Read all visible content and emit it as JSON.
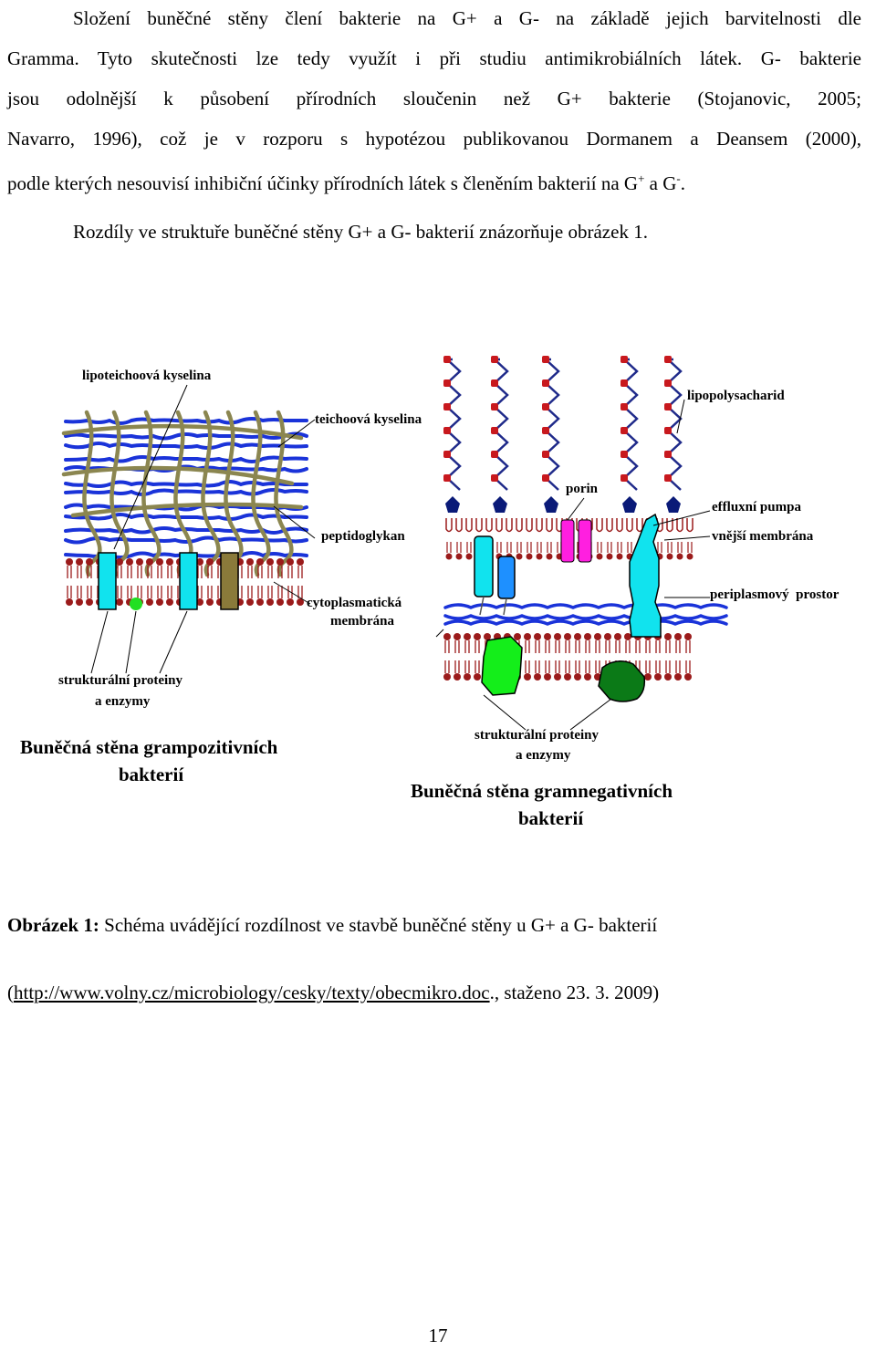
{
  "paragraph1": {
    "lines": [
      "Složení buněčné stěny člení bakterie na G+ a G- na základě jejich barvitelnosti dle",
      "Gramma. Tyto skutečnosti lze tedy využít i při studiu antimikrobiálních látek. G- bakterie",
      "jsou odolnější k působení přírodních sloučenin než G+ bakterie (Stojanovic, 2005;",
      "Navarro, 1996), což je v rozporu s hypotézou publikovanou Dormanem a Deansem (2000),"
    ],
    "last_line_text": "podle kterých nesouvisí inhibiční účinky přírodních látek s členěním bakterií na G",
    "sup_plus": "+",
    "and_text": " a G",
    "sup_minus": "-",
    "end_text": "."
  },
  "paragraph2": "Rozdíly ve struktuře buněčné stěny G+ a G- bakterií znázorňuje obrázek 1.",
  "figure": {
    "labels": {
      "lipoteichoic": "lipoteichoová kyselina",
      "teichoic": "teichoová kyselina",
      "peptidoglycan": "peptidoglykan",
      "cytoplasmic_1": "cytoplasmatická",
      "cytoplasmic_2": "membrána",
      "structural_left_1": "strukturální proteiny",
      "structural_left_2": "a enzymy",
      "lipopolysaccharide": "lipopolysacharid",
      "porin": "porin",
      "efflux": "effluxní pumpa",
      "outer_membrane": "vnější membrána",
      "periplasmic": "periplasmový  prostor",
      "structural_right_1": "strukturální proteiny",
      "structural_right_2": "a enzymy",
      "gp_title_1": "Buněčná stěna grampozitivních",
      "gp_title_2": "bakterií",
      "gn_title_1": "Buněčná stěna gramnegativních",
      "gn_title_2": "bakterií"
    }
  },
  "caption": {
    "bold": "Obrázek 1:",
    "text": " Schéma uvádějící rozdílnost ve stavbě buněčné stěny u G+ a G- bakterií"
  },
  "source": {
    "open": "(",
    "link": "http://www.volny.cz/microbiology/cesky/texty/obecmikro.doc",
    "rest": "., staženo 23. 3. 2009)"
  },
  "page_number": "17",
  "colors": {
    "peptidoglycan": "#1a33d9",
    "teichoic": "#8b8650",
    "membrane_head": "#9b1b1b",
    "lps_chain": "#1f2a8a",
    "lps_bead": "#c8191e",
    "lps_core": "#0a1a78",
    "cyan_protein": "#11e3ee",
    "blue_protein": "#1e90ff",
    "magenta_porin": "#ff1fe0",
    "green_small": "#22e022",
    "olive_protein": "#8a7a3a",
    "green_bright": "#14ee1a",
    "green_dark": "#0b7a17"
  }
}
